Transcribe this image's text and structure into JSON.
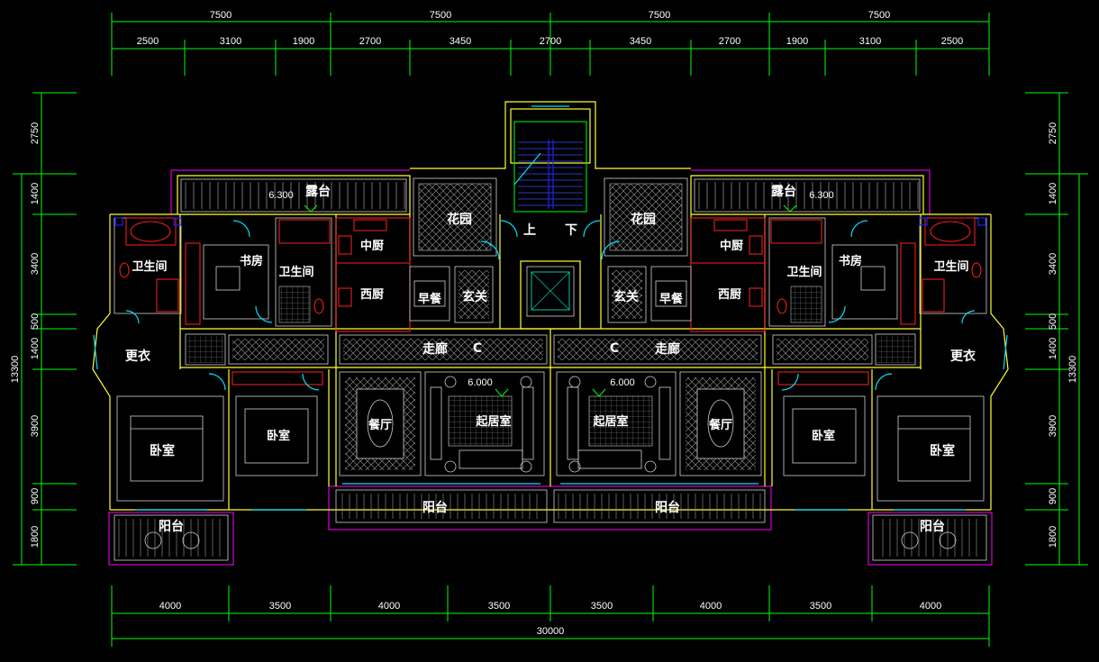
{
  "dimensions": {
    "top_major": [
      "7500",
      "7500",
      "7500",
      "7500"
    ],
    "top_minor": [
      "2500",
      "3100",
      "1900",
      "2700",
      "3450",
      "2700",
      "3450",
      "2700",
      "1900",
      "3100",
      "2500"
    ],
    "bottom_minor": [
      "4000",
      "3500",
      "4000",
      "3500",
      "3500",
      "4000",
      "3500",
      "4000"
    ],
    "bottom_total": "30000",
    "left_segments": [
      "2750",
      "1400",
      "3400",
      "500",
      "1400",
      "3900",
      "900",
      "1800"
    ],
    "left_total": "13300",
    "right_segments": [
      "2750",
      "1400",
      "3400",
      "500",
      "1400",
      "3900",
      "900",
      "1800"
    ],
    "right_total": "13300"
  },
  "rooms": {
    "terrace": "露台",
    "garden": "花园",
    "up": "上",
    "down": "下",
    "middle_kitchen": "中厨",
    "western_kitchen": "西厨",
    "breakfast": "早餐",
    "foyer": "玄关",
    "study": "书房",
    "bathroom": "卫生间",
    "corridor": "走廊",
    "corridor_mark": "C",
    "dressing": "更衣",
    "bedroom": "卧室",
    "dining": "餐厅",
    "living": "起居室",
    "balcony": "阳台"
  },
  "elevations": {
    "terrace_level": "6.300",
    "living_level": "6.000"
  },
  "colors": {
    "dimension_lines": "#00ff00",
    "walls": "#ffff33",
    "outline": "#ff00ff",
    "fixtures": "#ff2020",
    "doors_windows": "#00e0ff",
    "stairs": "#2020ff",
    "furniture": "#d0d0d0"
  }
}
